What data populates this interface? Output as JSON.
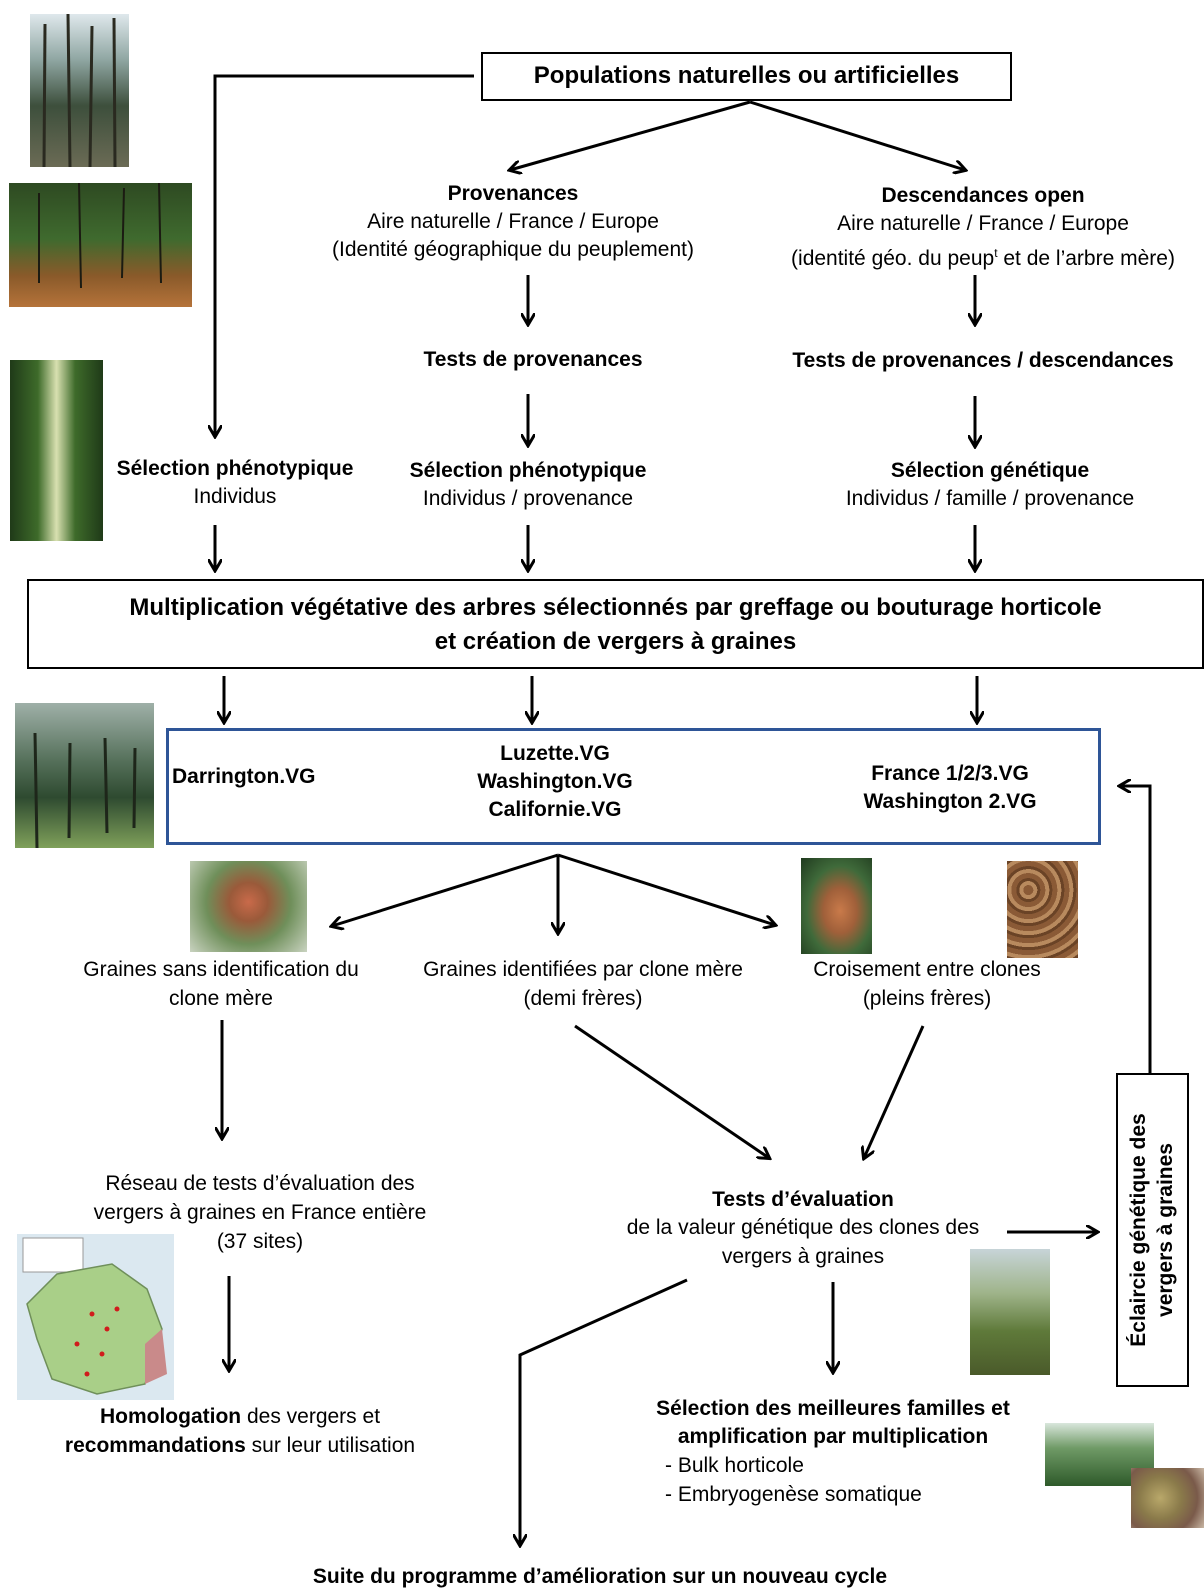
{
  "top_box": "Populations naturelles ou artificielles",
  "provenances": {
    "title": "Provenances",
    "line1": "Aire naturelle / France / Europe",
    "line2": "(Identité géographique du peuplement)"
  },
  "descendances": {
    "title": "Descendances open",
    "line1": "Aire naturelle / France / Europe",
    "line2_pre": "(identité géo. du peup",
    "line2_sup": "t",
    "line2_post": " et de l’arbre mère)"
  },
  "tests_provenances": "Tests de provenances",
  "tests_prov_desc": "Tests de provenances / descendances",
  "sel_pheno_left": {
    "title": "Sélection phénotypique",
    "sub": "Individus"
  },
  "sel_pheno_mid": {
    "title": "Sélection phénotypique",
    "sub": "Individus / provenance"
  },
  "sel_genetique": {
    "title": "Sélection génétique",
    "sub": "Individus / famille / provenance"
  },
  "multiplication": {
    "line1": "Multiplication végétative des arbres sélectionnés par greffage ou bouturage horticole",
    "line2": "et création de vergers à graines"
  },
  "vergers": {
    "left": "Darrington.VG",
    "mid1": "Luzette.VG",
    "mid2": "Washington.VG",
    "mid3": "Californie.VG",
    "right1": "France 1/2/3.VG",
    "right2": "Washington 2.VG"
  },
  "graines_sans": {
    "line1": "Graines sans identification du",
    "line2": "clone mère"
  },
  "graines_ident": {
    "line1": "Graines identifiées par clone mère",
    "line2": "(demi frères)"
  },
  "croisement": {
    "line1": "Croisement entre clones",
    "line2": "(pleins frères)"
  },
  "reseau": {
    "line1": "Réseau  de tests d’évaluation des",
    "line2": "vergers à graines en France entière",
    "line3": "(37 sites)"
  },
  "tests_eval": {
    "title": "Tests d’évaluation",
    "line1": "de la valeur génétique des clones des",
    "line2": "vergers à graines"
  },
  "eclaircie": {
    "line1": "Éclaircie génétique des",
    "line2": "vergers à graines"
  },
  "homologation": {
    "bold1": "Homologation",
    "rest1": " des vergers et",
    "bold2": "recommandations",
    "rest2": " sur leur utilisation"
  },
  "selection_meilleures": {
    "line1": "Sélection des meilleures familles et",
    "line2": "amplification par multiplication",
    "item1": "- Bulk horticole",
    "item2": "- Embryogenèse somatique"
  },
  "suite": "Suite du programme d’amélioration sur un nouveau cycle",
  "colors": {
    "verger_border": "#2e5597",
    "arrow": "#000000"
  },
  "photos": [
    "forest-photo",
    "forest-photo",
    "forest-alley-photo",
    "seed-orchard-photo",
    "pine-bud-photo",
    "cone-photo",
    "seeds-photo",
    "france-map-photo",
    "field-test-photo",
    "nursery-photo",
    "embryo-photo"
  ]
}
